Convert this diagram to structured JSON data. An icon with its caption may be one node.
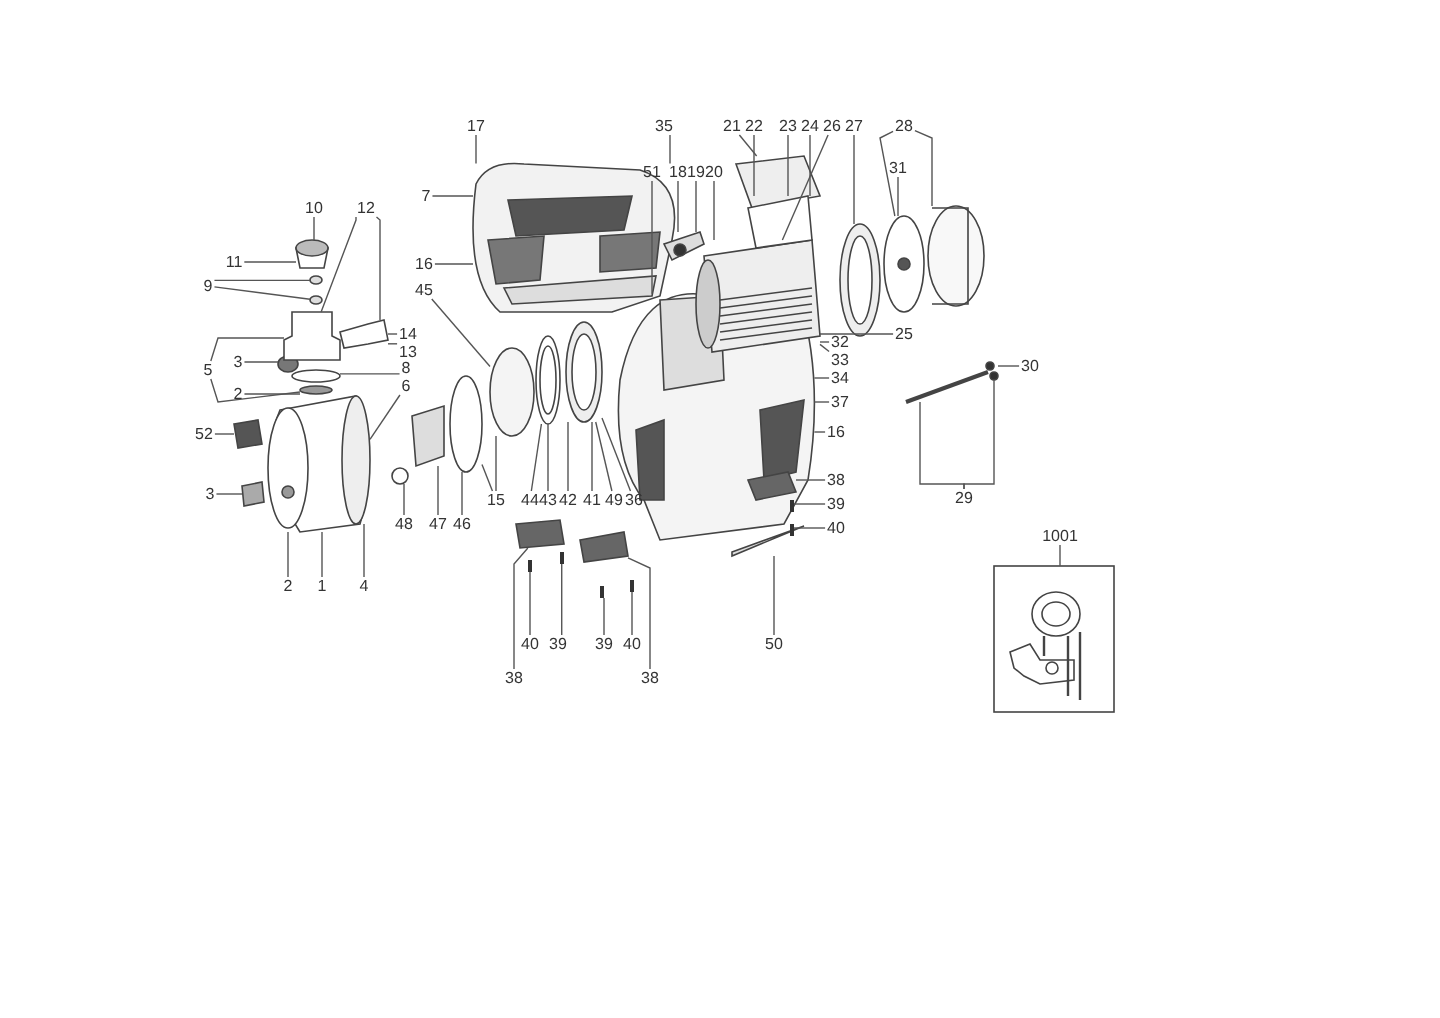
{
  "diagram": {
    "nodes": [
      {
        "text": [
          "10"
        ]
      },
      {
        "text": [
          "11"
        ]
      },
      {
        "text": [
          "9"
        ]
      },
      {
        "text": [
          "12"
        ]
      },
      {
        "text": [
          "14"
        ]
      },
      {
        "text": [
          "13"
        ]
      },
      {
        "text": [
          "5"
        ]
      },
      {
        "text": [
          "3"
        ]
      },
      {
        "text": [
          "8"
        ]
      },
      {
        "text": [
          "2"
        ]
      },
      {
        "text": [
          "6"
        ]
      },
      {
        "text": [
          "52"
        ]
      },
      {
        "text": [
          "3"
        ]
      },
      {
        "text": [
          "2"
        ]
      },
      {
        "text": [
          "1"
        ]
      },
      {
        "text": [
          "4"
        ]
      },
      {
        "text": [
          "48"
        ]
      },
      {
        "text": [
          "47"
        ]
      },
      {
        "text": [
          "46"
        ]
      },
      {
        "text": [
          "17"
        ]
      },
      {
        "text": [
          "7"
        ]
      },
      {
        "text": [
          "16"
        ]
      },
      {
        "text": [
          "45"
        ]
      },
      {
        "text": [
          "15"
        ]
      },
      {
        "text": [
          "44"
        ]
      },
      {
        "text": [
          "43"
        ]
      },
      {
        "text": [
          "42"
        ]
      },
      {
        "text": [
          "41"
        ]
      },
      {
        "text": [
          "49"
        ]
      },
      {
        "text": [
          "36"
        ]
      },
      {
        "text": [
          "35"
        ]
      },
      {
        "text": [
          "51"
        ]
      },
      {
        "text": [
          "18"
        ]
      },
      {
        "text": [
          "19"
        ]
      },
      {
        "text": [
          "20"
        ]
      },
      {
        "text": [
          "21"
        ]
      },
      {
        "text": [
          "22"
        ]
      },
      {
        "text": [
          "23"
        ]
      },
      {
        "text": [
          "24"
        ]
      },
      {
        "text": [
          "26"
        ]
      },
      {
        "text": [
          "27"
        ]
      },
      {
        "text": [
          "28"
        ]
      },
      {
        "text": [
          "31"
        ]
      },
      {
        "text": [
          "25"
        ]
      },
      {
        "text": [
          "32"
        ]
      },
      {
        "text": [
          "33"
        ]
      },
      {
        "text": [
          "34"
        ]
      },
      {
        "text": [
          "37"
        ]
      },
      {
        "text": [
          "16"
        ]
      },
      {
        "text": [
          "38"
        ]
      },
      {
        "text": [
          "39"
        ]
      },
      {
        "text": [
          "40"
        ]
      },
      {
        "text": [
          "30"
        ]
      },
      {
        "text": [
          "29"
        ]
      },
      {
        "text": [
          "1001"
        ]
      },
      {
        "text": [
          "40"
        ]
      },
      {
        "text": [
          "39"
        ]
      },
      {
        "text": [
          "38"
        ]
      },
      {
        "text": [
          "39"
        ]
      },
      {
        "text": [
          "40"
        ]
      },
      {
        "text": [
          "38"
        ]
      },
      {
        "text": [
          "50"
        ]
      },
      {
        "text": [],
        "shape": "box"
      },
      {
        "text": [],
        "shape": "box"
      },
      {
        "text": [],
        "shape": "picture"
      },
      {
        "text": [],
        "shape": "circle"
      },
      {
        "text": [],
        "shape": "box"
      },
      {
        "text": [],
        "shape": "circle"
      },
      {
        "text": [],
        "shape": "circle"
      },
      {
        "text": [],
        "shape": "box"
      },
      {
        "text": [],
        "shape": "circle"
      },
      {
        "text": [],
        "shape": "circle"
      },
      {
        "text": [],
        "shape": "circle",
        "in": 64
      },
      {
        "text": [],
        "shape": "box"
      },
      {
        "text": [],
        "shape": "circle"
      },
      {
        "text": [],
        "shape": "box"
      },
      {
        "text": [],
        "shape": "circle"
      },
      {
        "text": [],
        "shape": "circle"
      },
      {
        "text": [],
        "shape": "picture"
      },
      {
        "text": [],
        "shape": "picture"
      },
      {
        "text": [],
        "shape": "picture"
      },
      {
        "text": [],
        "shape": "picture"
      },
      {
        "text": [],
        "shape": "box"
      },
      {
        "text": [],
        "shape": "bar"
      },
      {
        "text": [],
        "shape": "bar"
      },
      {
        "text": [],
        "shape": "box"
      },
      {
        "text": [],
        "shape": "bar"
      },
      {
        "text": [],
        "shape": "bar"
      },
      {
        "text": [],
        "shape": "picture"
      },
      {
        "text": [],
        "shape": "picture"
      },
      {
        "text": [],
        "shape": "box"
      },
      {
        "text": [],
        "shape": "box"
      },
      {
        "text": [],
        "shape": "bar"
      },
      {
        "text": [],
        "shape": "box",
        "in": 81
      },
      {
        "text": [],
        "shape": "bar",
        "in": 81
      },
      {
        "text": [],
        "shape": "bar"
      },
      {
        "text": [],
        "shape": "picture"
      },
      {
        "text": [],
        "shape": "picture"
      },
      {
        "text": [],
        "shape": "bar"
      },
      {
        "text": [],
        "shape": "picture"
      },
      {
        "text": [],
        "shape": "picture"
      },
      {
        "text": [],
        "shape": "picture"
      }
    ],
    "edges": [
      {
        "from": 0,
        "to": 66,
        "arrow": "none"
      },
      {
        "from": 1,
        "to": 66,
        "arrow": "none"
      },
      {
        "from": 2,
        "to": 67,
        "arrow": "none"
      },
      {
        "from": 2,
        "to": 68,
        "arrow": "none"
      },
      {
        "from": 3,
        "to": 69,
        "arrow": "none"
      },
      {
        "from": 3,
        "to": 73,
        "arrow": "none"
      },
      {
        "from": 4,
        "to": 73,
        "arrow": "none"
      },
      {
        "from": 5,
        "to": 73,
        "arrow": "none"
      },
      {
        "from": 6,
        "to": 69,
        "arrow": "none"
      },
      {
        "from": 6,
        "to": 71,
        "arrow": "none"
      },
      {
        "from": 7,
        "to": 65,
        "arrow": "none"
      },
      {
        "from": 8,
        "to": 70,
        "arrow": "none"
      },
      {
        "from": 9,
        "to": 71,
        "arrow": "none"
      },
      {
        "from": 10,
        "to": 72,
        "arrow": "none"
      },
      {
        "from": 11,
        "to": 62,
        "arrow": "none"
      },
      {
        "from": 12,
        "to": 63,
        "arrow": "none"
      },
      {
        "from": 13,
        "to": 64,
        "arrow": "none"
      },
      {
        "from": 14,
        "to": 64,
        "arrow": "none"
      },
      {
        "from": 15,
        "to": 72,
        "arrow": "none"
      },
      {
        "from": 16,
        "to": 74,
        "arrow": "none"
      },
      {
        "from": 17,
        "to": 75,
        "arrow": "none"
      },
      {
        "from": 18,
        "to": 76,
        "arrow": "none"
      },
      {
        "from": 19,
        "to": 80,
        "arrow": "none"
      },
      {
        "from": 20,
        "to": 80,
        "arrow": "none"
      },
      {
        "from": 21,
        "to": 80,
        "arrow": "none"
      },
      {
        "from": 22,
        "to": 77,
        "arrow": "none"
      },
      {
        "from": 23,
        "to": 76,
        "arrow": "none"
      },
      {
        "from": 23,
        "to": 77,
        "arrow": "none"
      },
      {
        "from": 24,
        "to": 78,
        "arrow": "none"
      },
      {
        "from": 25,
        "to": 78,
        "arrow": "none"
      },
      {
        "from": 26,
        "to": 79,
        "arrow": "none"
      },
      {
        "from": 27,
        "to": 79,
        "arrow": "none"
      },
      {
        "from": 28,
        "to": 79,
        "arrow": "none"
      },
      {
        "from": 29,
        "to": 79,
        "arrow": "none"
      },
      {
        "from": 30,
        "to": 80,
        "arrow": "none"
      },
      {
        "from": 31,
        "to": 81,
        "arrow": "none"
      },
      {
        "from": 32,
        "to": 88,
        "arrow": "none"
      },
      {
        "from": 33,
        "to": 88,
        "arrow": "none"
      },
      {
        "from": 34,
        "to": 89,
        "arrow": "none"
      },
      {
        "from": 35,
        "to": 90,
        "arrow": "none"
      },
      {
        "from": 36,
        "to": 91,
        "arrow": "none"
      },
      {
        "from": 37,
        "to": 91,
        "arrow": "none"
      },
      {
        "from": 38,
        "to": 91,
        "arrow": "none"
      },
      {
        "from": 39,
        "to": 89,
        "arrow": "none"
      },
      {
        "from": 40,
        "to": 96,
        "arrow": "none"
      },
      {
        "from": 41,
        "to": 97,
        "arrow": "none"
      },
      {
        "from": 41,
        "to": 100,
        "arrow": "none"
      },
      {
        "from": 42,
        "to": 97,
        "arrow": "none"
      },
      {
        "from": 43,
        "to": 89,
        "arrow": "none"
      },
      {
        "from": 44,
        "to": 89,
        "arrow": "none"
      },
      {
        "from": 45,
        "to": 89,
        "arrow": "none"
      },
      {
        "from": 46,
        "to": 81,
        "arrow": "none"
      },
      {
        "from": 47,
        "to": 81,
        "arrow": "none"
      },
      {
        "from": 48,
        "to": 81,
        "arrow": "none"
      },
      {
        "from": 49,
        "to": 93,
        "arrow": "none"
      },
      {
        "from": 50,
        "to": 94,
        "arrow": "none"
      },
      {
        "from": 51,
        "to": 95,
        "arrow": "none"
      },
      {
        "from": 52,
        "to": 99,
        "arrow": "none"
      },
      {
        "from": 53,
        "to": 98,
        "arrow": "none"
      },
      {
        "from": 53,
        "to": 99,
        "arrow": "none"
      },
      {
        "from": 54,
        "to": 101,
        "arrow": "none"
      },
      {
        "from": 55,
        "to": 83,
        "arrow": "none"
      },
      {
        "from": 56,
        "to": 84,
        "arrow": "none"
      },
      {
        "from": 57,
        "to": 82,
        "arrow": "none"
      },
      {
        "from": 58,
        "to": 86,
        "arrow": "none"
      },
      {
        "from": 59,
        "to": 87,
        "arrow": "none"
      },
      {
        "from": 60,
        "to": 85,
        "arrow": "none"
      },
      {
        "from": 61,
        "to": 92,
        "arrow": "none"
      }
    ]
  }
}
